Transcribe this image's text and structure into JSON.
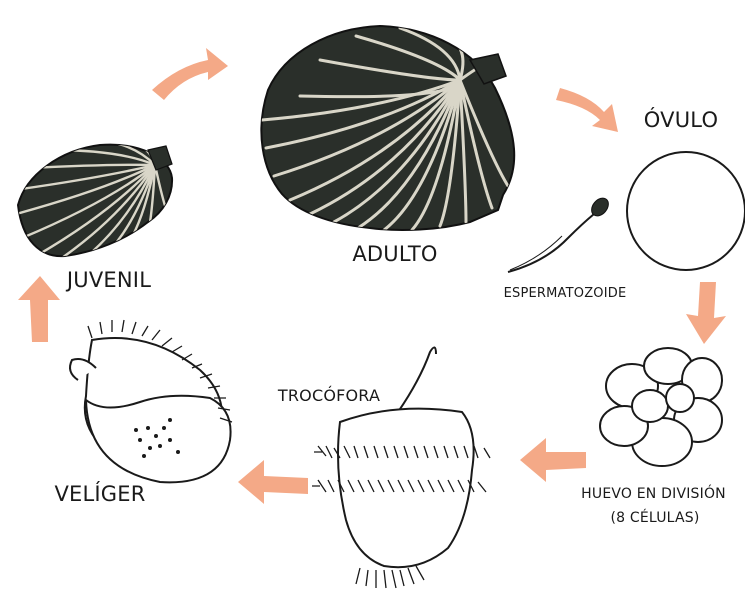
{
  "labels": {
    "adulto": "ADULTO",
    "ovulo": "ÓVULO",
    "espermatozoide": "ESPERMATOZOIDE",
    "huevo_line1": "HUEVO EN DIVISIÓN",
    "huevo_line2": "(8 CÉLULAS)",
    "trocofora": "TROCÓFORA",
    "veliger": "VELÍGER",
    "juvenil": "JUVENIL"
  },
  "colors": {
    "arrow": "#f4a987",
    "shell_dark": "#2a2f2a",
    "shell_rib": "#d9d6c8",
    "line": "#1a1a1a"
  },
  "icons": [
    "scallop-shell",
    "egg-cell",
    "sperm-cell",
    "dividing-egg",
    "trochophore-larva",
    "veliger-larva"
  ]
}
